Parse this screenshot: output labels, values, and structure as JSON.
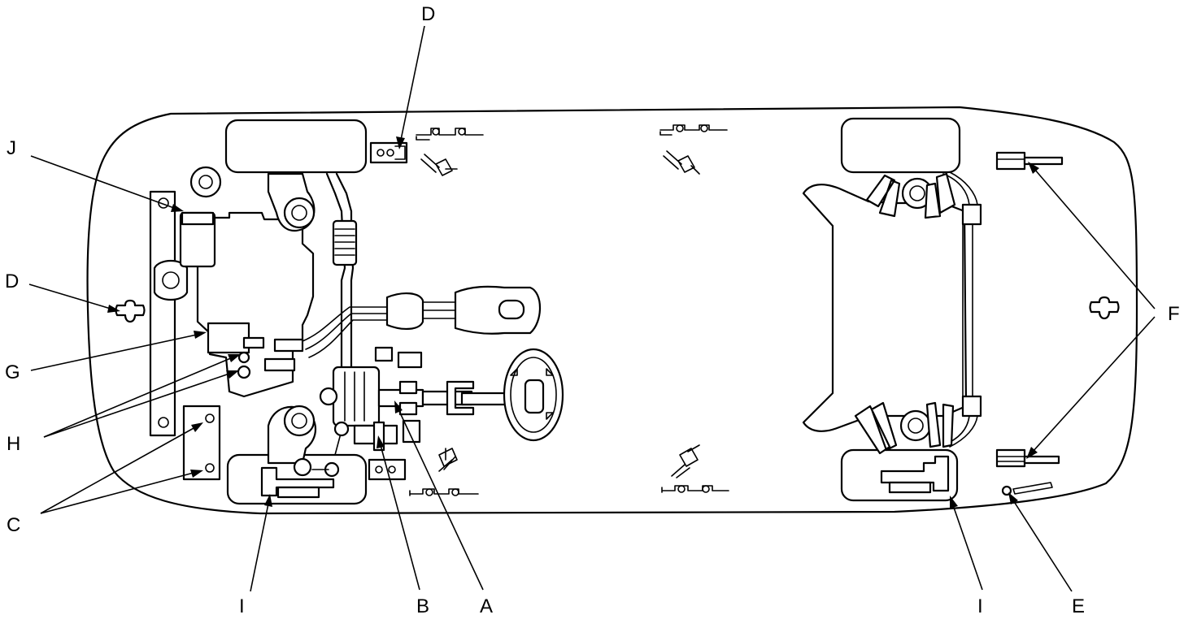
{
  "callouts": {
    "A": "A",
    "B": "B",
    "C": "C",
    "D_top": "D",
    "D_left": "D",
    "E": "E",
    "F": "F",
    "G": "G",
    "H": "H",
    "I_left": "I",
    "I_right": "I",
    "J": "J"
  },
  "colors": {
    "line": "#000000",
    "background": "#ffffff"
  }
}
